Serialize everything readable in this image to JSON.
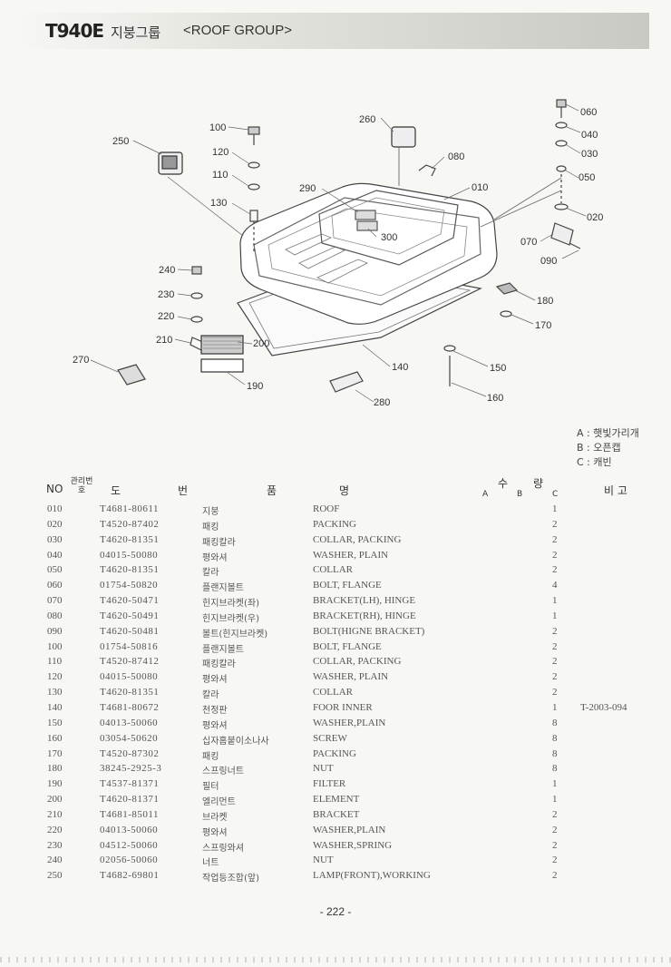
{
  "header": {
    "model": "T940E",
    "group_ko": "지붕그룹",
    "group_en": "<ROOF GROUP>"
  },
  "callouts": [
    "010",
    "020",
    "030",
    "040",
    "050",
    "060",
    "070",
    "080",
    "090",
    "100",
    "110",
    "120",
    "130",
    "140",
    "150",
    "160",
    "170",
    "180",
    "190",
    "200",
    "210",
    "220",
    "230",
    "240",
    "250",
    "260",
    "270",
    "280",
    "290",
    "300"
  ],
  "legend": [
    "A : 햇빛가리개",
    "B : 오픈캡",
    "C : 캐빈"
  ],
  "table": {
    "headers": {
      "no": "NO",
      "mgmt": "관리번호",
      "drawing_a": "도",
      "drawing_b": "번",
      "name_a": "품",
      "name_b": "명",
      "qty_a": "수",
      "qty_b": "량",
      "qa": "A",
      "qb": "B",
      "qc": "C",
      "remarks": "비 고"
    },
    "rows": [
      {
        "no": "010",
        "part": "T4681-80611",
        "ko": "지붕",
        "en": "ROOF",
        "qty": "1",
        "rem": ""
      },
      {
        "no": "020",
        "part": "T4520-87402",
        "ko": "패킹",
        "en": "PACKING",
        "qty": "2",
        "rem": ""
      },
      {
        "no": "030",
        "part": "T4620-81351",
        "ko": "패킹칼라",
        "en": "COLLAR, PACKING",
        "qty": "2",
        "rem": ""
      },
      {
        "no": "040",
        "part": "04015-50080",
        "ko": "평와셔",
        "en": "WASHER, PLAIN",
        "qty": "2",
        "rem": ""
      },
      {
        "no": "050",
        "part": "T4620-81351",
        "ko": "칼라",
        "en": "COLLAR",
        "qty": "2",
        "rem": ""
      },
      {
        "no": "060",
        "part": "01754-50820",
        "ko": "플랜지볼트",
        "en": "BOLT, FLANGE",
        "qty": "4",
        "rem": ""
      },
      {
        "no": "070",
        "part": "T4620-50471",
        "ko": "힌지브라켓(좌)",
        "en": "BRACKET(LH), HINGE",
        "qty": "1",
        "rem": ""
      },
      {
        "no": "080",
        "part": "T4620-50491",
        "ko": "힌지브라켓(우)",
        "en": "BRACKET(RH), HINGE",
        "qty": "1",
        "rem": ""
      },
      {
        "no": "090",
        "part": "T4620-50481",
        "ko": "볼트(힌지브라켓)",
        "en": "BOLT(HIGNE BRACKET)",
        "qty": "2",
        "rem": ""
      },
      {
        "no": "100",
        "part": "01754-50816",
        "ko": "플랜지볼트",
        "en": "BOLT, FLANGE",
        "qty": "2",
        "rem": ""
      },
      {
        "no": "110",
        "part": "T4520-87412",
        "ko": "패킹칼라",
        "en": "COLLAR, PACKING",
        "qty": "2",
        "rem": ""
      },
      {
        "no": "120",
        "part": "04015-50080",
        "ko": "평와셔",
        "en": "WASHER, PLAIN",
        "qty": "2",
        "rem": ""
      },
      {
        "no": "130",
        "part": "T4620-81351",
        "ko": "칼라",
        "en": "COLLAR",
        "qty": "2",
        "rem": ""
      },
      {
        "no": "140",
        "part": "T4681-80672",
        "ko": "천정판",
        "en": "FOOR INNER",
        "qty": "1",
        "rem": "T-2003-094"
      },
      {
        "no": "150",
        "part": "04013-50060",
        "ko": "평와셔",
        "en": "WASHER,PLAIN",
        "qty": "8",
        "rem": ""
      },
      {
        "no": "160",
        "part": "03054-50620",
        "ko": "십자홈붙이소나사",
        "en": "SCREW",
        "qty": "8",
        "rem": ""
      },
      {
        "no": "170",
        "part": "T4520-87302",
        "ko": "패킹",
        "en": "PACKING",
        "qty": "8",
        "rem": ""
      },
      {
        "no": "180",
        "part": "38245-2925-3",
        "ko": "스프링너트",
        "en": "NUT",
        "qty": "8",
        "rem": ""
      },
      {
        "no": "190",
        "part": "T4537-81371",
        "ko": "필터",
        "en": "FILTER",
        "qty": "1",
        "rem": ""
      },
      {
        "no": "200",
        "part": "T4620-81371",
        "ko": "엘리먼트",
        "en": "ELEMENT",
        "qty": "1",
        "rem": ""
      },
      {
        "no": "210",
        "part": "T4681-85011",
        "ko": "브라켓",
        "en": "BRACKET",
        "qty": "2",
        "rem": ""
      },
      {
        "no": "220",
        "part": "04013-50060",
        "ko": "평와셔",
        "en": "WASHER,PLAIN",
        "qty": "2",
        "rem": ""
      },
      {
        "no": "230",
        "part": "04512-50060",
        "ko": "스프링와셔",
        "en": "WASHER,SPRING",
        "qty": "2",
        "rem": ""
      },
      {
        "no": "240",
        "part": "02056-50060",
        "ko": "너트",
        "en": "NUT",
        "qty": "2",
        "rem": ""
      },
      {
        "no": "250",
        "part": "T4682-69801",
        "ko": "작업등조합(앞)",
        "en": "LAMP(FRONT),WORKING",
        "qty": "2",
        "rem": ""
      }
    ]
  },
  "page_number": "- 222 -"
}
